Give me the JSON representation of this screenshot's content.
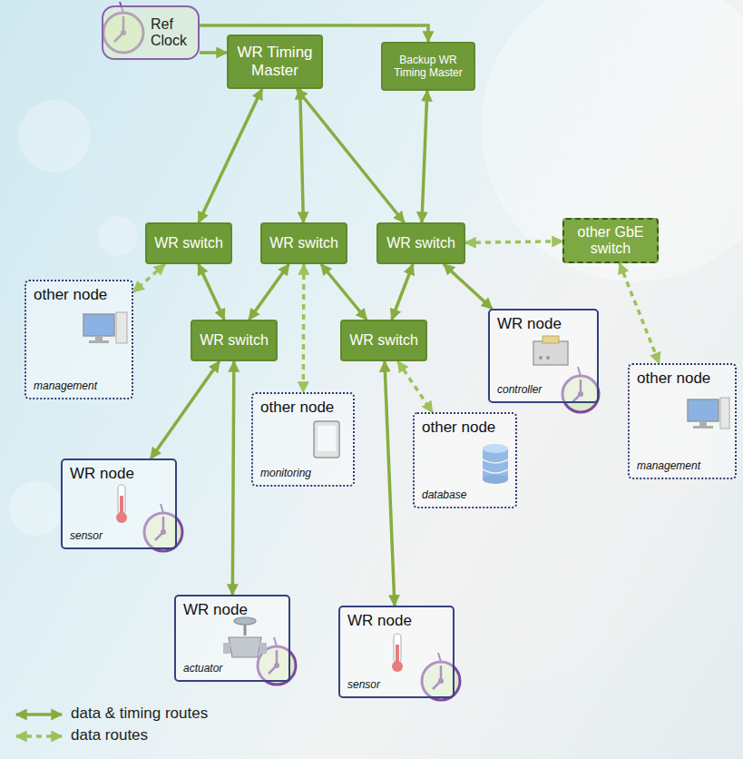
{
  "diagram": {
    "nodes": [
      {
        "text": [
          "Ref Clock"
        ]
      },
      {
        "text": [
          "WR Timing Master"
        ]
      },
      {
        "text": [
          "Backup WR Timing Master"
        ]
      },
      {
        "text": [
          "WR switch"
        ]
      },
      {
        "text": [
          "WR switch"
        ]
      },
      {
        "text": [
          "WR switch"
        ]
      },
      {
        "text": [
          "other GbE switch"
        ]
      },
      {
        "text": [
          "other node",
          "management"
        ]
      },
      {
        "text": [
          "WR switch"
        ]
      },
      {
        "text": [
          "WR switch"
        ]
      },
      {
        "text": [
          "WR node",
          "controller"
        ]
      },
      {
        "text": [
          "other node",
          "monitoring"
        ]
      },
      {
        "text": [
          "other node",
          "database"
        ]
      },
      {
        "text": [
          "other node",
          "management"
        ]
      },
      {
        "text": [
          "WR node",
          "sensor"
        ]
      },
      {
        "text": [
          "WR node",
          "actuator"
        ]
      },
      {
        "text": [
          "WR node",
          "sensor"
        ]
      }
    ],
    "edges": [
      {
        "from": 0,
        "to": 1,
        "arrow": "to"
      },
      {
        "from": 0,
        "to": 2,
        "arrow": "to"
      },
      {
        "from": 1,
        "to": 3,
        "arrow": "both"
      },
      {
        "from": 1,
        "to": 4,
        "arrow": "both"
      },
      {
        "from": 1,
        "to": 5,
        "arrow": "both"
      },
      {
        "from": 2,
        "to": 5,
        "arrow": "both"
      },
      {
        "from": 3,
        "to": 7,
        "arrow": "both"
      },
      {
        "from": 3,
        "to": 8,
        "arrow": "both"
      },
      {
        "from": 4,
        "to": 8,
        "arrow": "both"
      },
      {
        "from": 4,
        "to": 11,
        "arrow": "both"
      },
      {
        "from": 4,
        "to": 9,
        "arrow": "both"
      },
      {
        "from": 5,
        "to": 9,
        "arrow": "both"
      },
      {
        "from": 5,
        "to": 6,
        "arrow": "both"
      },
      {
        "from": 5,
        "to": 10,
        "arrow": "both"
      },
      {
        "from": 6,
        "to": 13,
        "arrow": "both"
      },
      {
        "from": 8,
        "to": 14,
        "arrow": "both"
      },
      {
        "from": 8,
        "to": 15,
        "arrow": "both"
      },
      {
        "from": 9,
        "to": 12,
        "arrow": "both"
      },
      {
        "from": 9,
        "to": 16,
        "arrow": "both"
      }
    ],
    "legend": [
      {
        "text": "data & timing routes"
      },
      {
        "text": "data routes"
      }
    ]
  }
}
